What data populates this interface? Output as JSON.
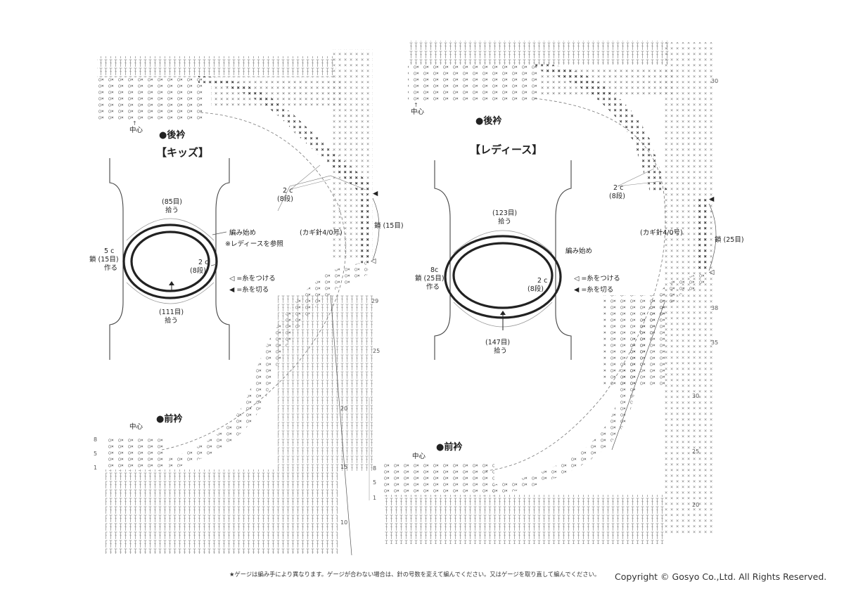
{
  "note": "★ゲージは編み手により異なります。ゲージが合わない場合は、針の号数を変えて編んでください。又はゲージを取り直して編んでください。",
  "copyright": "Copyright © Gosyo Co.,Ltd. All Rights Reserved.",
  "colors": {
    "ink": "#222222",
    "grid": "#7a7a7a"
  },
  "symbols": {
    "sc": "×",
    "ch": "○",
    "cut": "◀",
    "join": "◁",
    "up_arrow": "↑"
  },
  "legend": {
    "join": "◁ =糸をつける",
    "cut": "◀ =糸を切る"
  },
  "kids": {
    "title": "【キッズ】",
    "back_label": "●後衿",
    "front_label": "●前衿",
    "center_back": "中心",
    "center_front": "中心",
    "top_count": "(85目)",
    "top_pick": "拾う",
    "bottom_count": "(111目)",
    "bottom_pick": "拾う",
    "start": "編み始め",
    "start_note": "※レディースを参照",
    "chain_a": "5 c",
    "chain_b": "鎖 (15目)",
    "chain_c": "作る",
    "rows_a": "2 c",
    "rows_b": "(8段)",
    "edge_a": "2 c",
    "edge_b": "(8段)",
    "hook": "(カギ針4/0号)",
    "side_chain": "鎖 (15目)",
    "rows": [
      "29",
      "25",
      "20",
      "15",
      "10"
    ],
    "front_rows": [
      "8",
      "5",
      "1"
    ]
  },
  "ladies": {
    "title": "【レディース】",
    "back_label": "●後衿",
    "front_label": "●前衿",
    "center_back": "中心",
    "center_front": "中心",
    "top_count": "(123目)",
    "top_pick": "拾う",
    "bottom_count": "(147目)",
    "bottom_pick": "拾う",
    "start": "編み始め",
    "chain_a": "8c",
    "chain_b": "鎖 (25目)",
    "chain_c": "作る",
    "rows_a": "2 c",
    "rows_b": "(8段)",
    "edge_a": "2 c",
    "edge_b": "(8段)",
    "hook": "(カギ針4/0号)",
    "side_chain": "鎖 (25目)",
    "rows": [
      "30",
      "38",
      "35",
      "30",
      "25",
      "20"
    ],
    "front_rows": [
      "8",
      "5",
      "1"
    ]
  }
}
